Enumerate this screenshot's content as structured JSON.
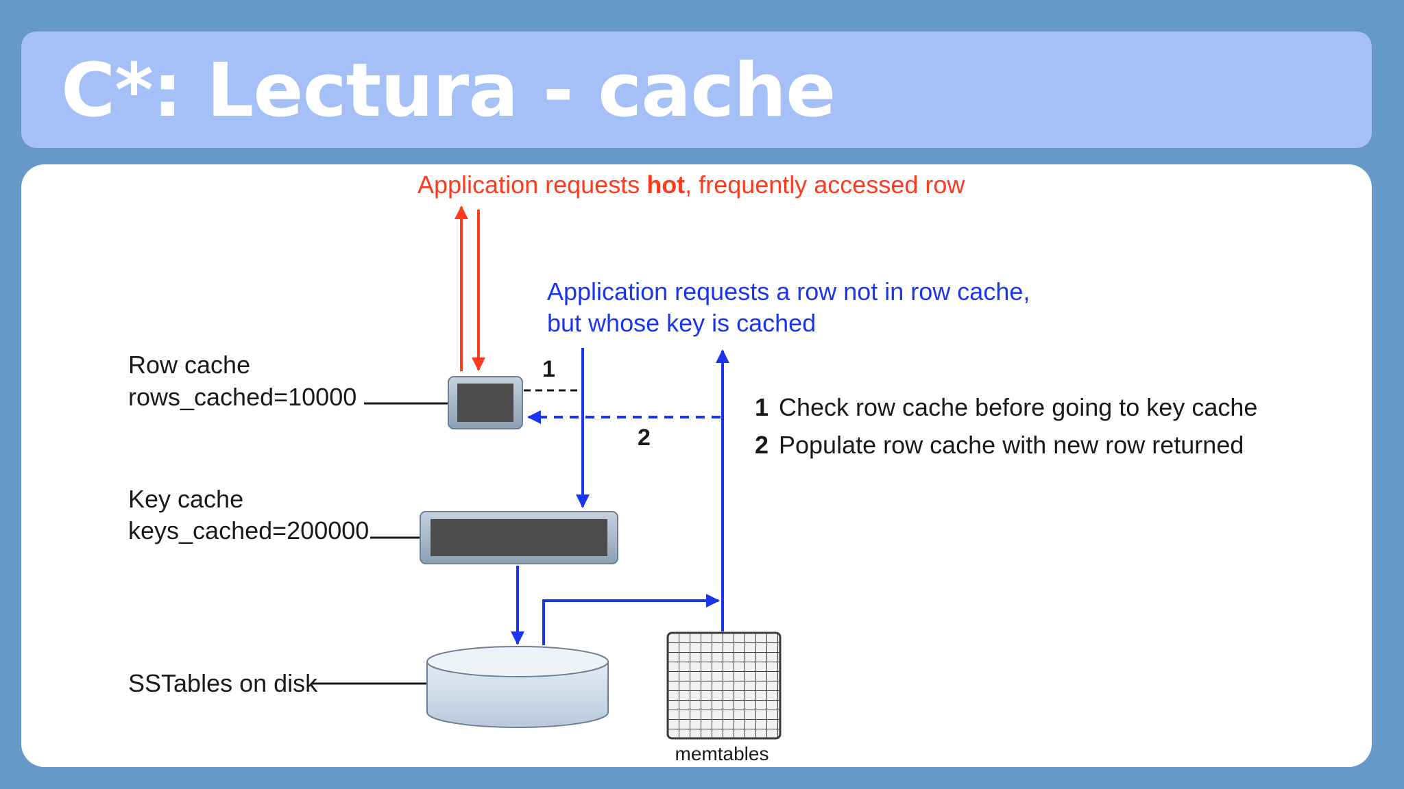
{
  "slide": {
    "title": "C*: Lectura - cache"
  },
  "diagram": {
    "hot_request": {
      "prefix": "Application requests ",
      "bold": "hot",
      "suffix": ", frequently accessed row"
    },
    "miss_request": {
      "line1": "Application requests a row not in row cache,",
      "line2": "but whose key is cached"
    },
    "row_cache": {
      "label_line1": "Row cache",
      "label_line2": "rows_cached=10000"
    },
    "key_cache": {
      "label_line1": "Key cache",
      "label_line2": "keys_cached=200000"
    },
    "sstables": {
      "label": "SSTables on disk"
    },
    "memtables": {
      "label": "memtables"
    },
    "step_markers": {
      "one": "1",
      "two": "2"
    },
    "steps": [
      {
        "number": "1",
        "text": "Check row cache before going to key cache"
      },
      {
        "number": "2",
        "text": "Populate row cache with new row returned"
      }
    ],
    "colors": {
      "hot": "#ff3a1f",
      "miss": "#1a35f0",
      "text": "#1a1a1a"
    }
  }
}
